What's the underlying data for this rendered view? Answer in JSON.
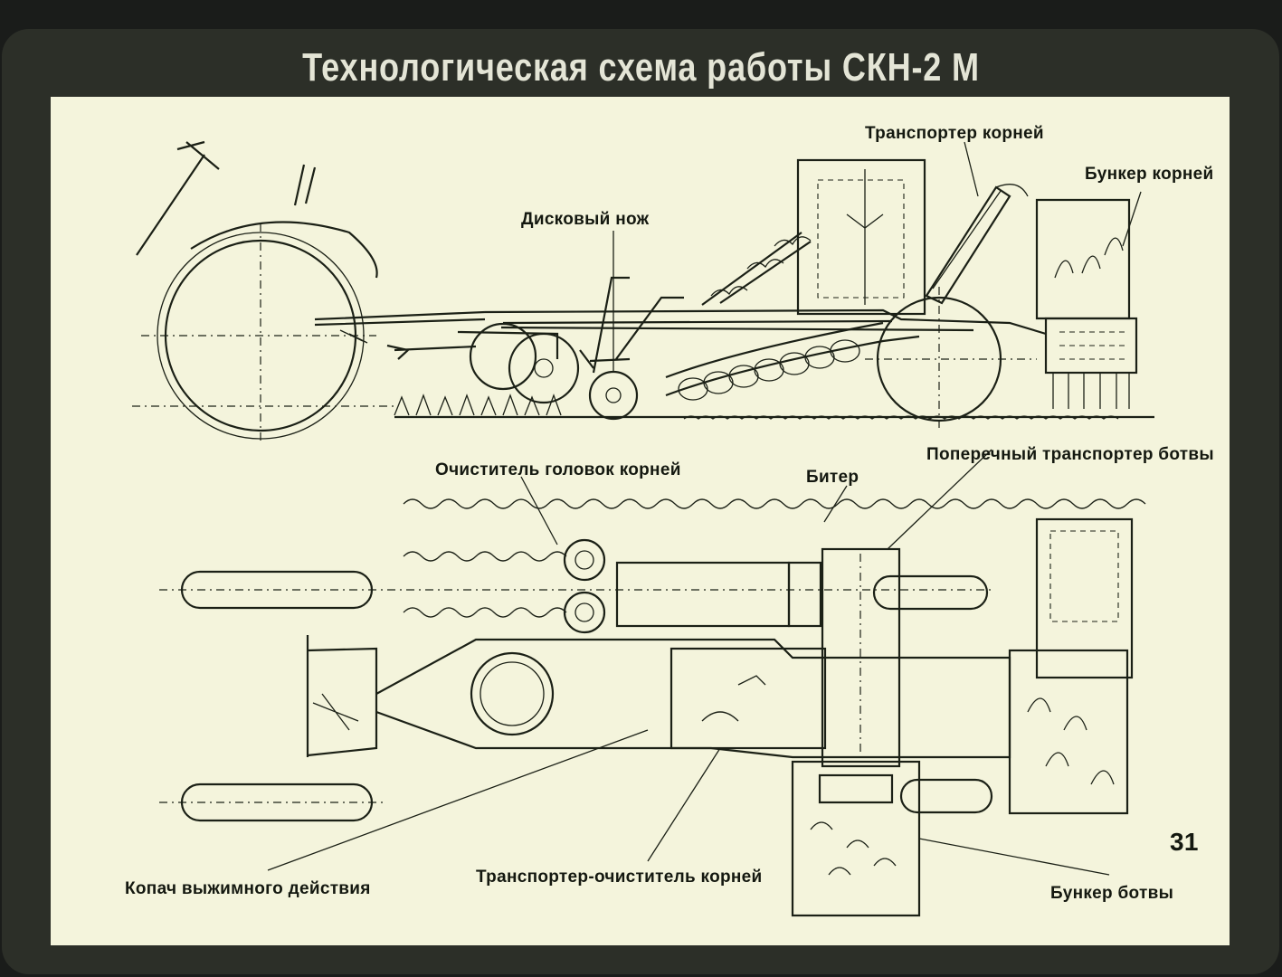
{
  "slide": {
    "title": "Технологическая схема работы СКН-2 М",
    "page_number": "31"
  },
  "labels": {
    "root_conveyor": "Транспортер корней",
    "root_bunker": "Бункер корней",
    "disc_knife": "Дисковый нож",
    "root_head_cleaner": "Очиститель головок корней",
    "beater": "Битер",
    "cross_top_conveyor": "Поперечный транспортер ботвы",
    "squeeze_digger": "Копач выжимного действия",
    "root_cleaning_conveyor": "Транспортер-очиститель корней",
    "top_bunker": "Бункер ботвы"
  },
  "colors": {
    "panel": "#f4f4dc",
    "ink": "#1b2016",
    "frame": "#2c2f28",
    "title": "#e4e5d6"
  }
}
